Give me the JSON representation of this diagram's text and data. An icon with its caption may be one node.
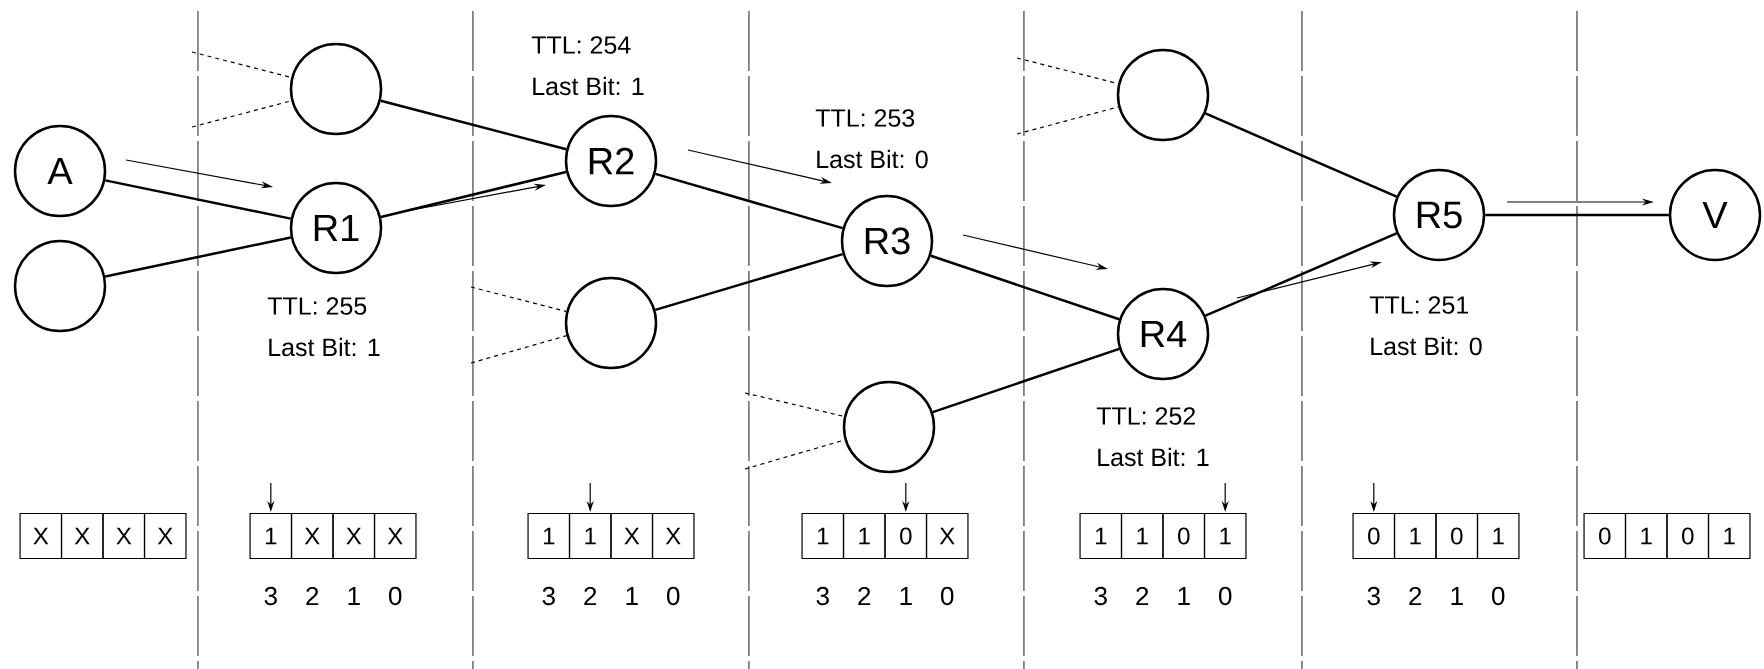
{
  "diagram": {
    "nodes": [
      {
        "text": [
          "A"
        ]
      },
      {
        "text": [],
        "shape": "circle"
      },
      {
        "text": [],
        "shape": "circle"
      },
      {
        "text": [
          "R1"
        ],
        "beside": [
          "TTL: 255",
          "Last Bit: 1"
        ]
      },
      {
        "text": [
          "R2"
        ],
        "beside": [
          "TTL: 254",
          "Last Bit: 1"
        ]
      },
      {
        "text": [],
        "shape": "circle"
      },
      {
        "text": [
          "R3"
        ],
        "beside": [
          "TTL: 253",
          "Last Bit: 0"
        ]
      },
      {
        "text": [],
        "shape": "circle"
      },
      {
        "text": [],
        "shape": "circle"
      },
      {
        "text": [
          "R4"
        ],
        "beside": [
          "TTL: 252",
          "Last Bit: 1"
        ]
      },
      {
        "text": [
          "R5"
        ],
        "beside": [
          "TTL: 251",
          "Last Bit: 0"
        ]
      },
      {
        "text": [
          "V"
        ]
      }
    ],
    "edges": [
      {
        "from": 0,
        "to": 3,
        "arrow": "none"
      },
      {
        "from": 1,
        "to": 3,
        "arrow": "none"
      },
      {
        "from": 2,
        "to": 4,
        "arrow": "none"
      },
      {
        "from": 3,
        "to": 4,
        "arrow": "none"
      },
      {
        "from": 4,
        "to": 6,
        "arrow": "none"
      },
      {
        "from": 5,
        "to": 6,
        "arrow": "none"
      },
      {
        "from": 6,
        "to": 9,
        "arrow": "none"
      },
      {
        "from": 7,
        "to": 9,
        "arrow": "none"
      },
      {
        "from": 8,
        "to": 10,
        "arrow": "none"
      },
      {
        "from": 9,
        "to": 10,
        "arrow": "none"
      },
      {
        "from": 10,
        "to": 11,
        "arrow": "none"
      },
      {
        "from": null,
        "to": 2,
        "arrow": "none",
        "style": "dashed"
      },
      {
        "from": null,
        "to": 2,
        "arrow": "none",
        "style": "dashed"
      },
      {
        "from": null,
        "to": 5,
        "arrow": "none",
        "style": "dashed"
      },
      {
        "from": null,
        "to": 5,
        "arrow": "none",
        "style": "dashed"
      },
      {
        "from": null,
        "to": 7,
        "arrow": "none",
        "style": "dashed"
      },
      {
        "from": null,
        "to": 7,
        "arrow": "none",
        "style": "dashed"
      },
      {
        "from": null,
        "to": 8,
        "arrow": "none",
        "style": "dashed"
      },
      {
        "from": null,
        "to": 8,
        "arrow": "none",
        "style": "dashed"
      }
    ],
    "labels": [
      "X",
      "X",
      "X",
      "X",
      "1",
      "X",
      "X",
      "X",
      "1",
      "1",
      "X",
      "X",
      "1",
      "1",
      "0",
      "X",
      "1",
      "1",
      "0",
      "1",
      "0",
      "1",
      "0",
      "1",
      "0",
      "1",
      "0",
      "1",
      "3",
      "2",
      "1",
      "0",
      "3",
      "2",
      "1",
      "0",
      "3",
      "2",
      "1",
      "0",
      "3",
      "2",
      "1",
      "0",
      "3",
      "2",
      "1",
      "0"
    ]
  }
}
